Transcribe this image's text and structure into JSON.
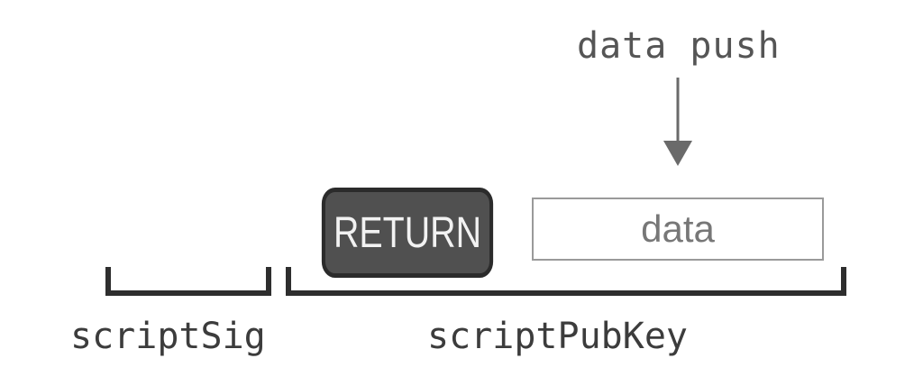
{
  "annotation": {
    "data_push_label": "data push"
  },
  "script": {
    "return_opcode": "RETURN",
    "data_label": "data"
  },
  "sections": {
    "scriptsig_label": "scriptSig",
    "scriptpubkey_label": "scriptPubKey"
  },
  "colors": {
    "return_fill": "#505050",
    "return_border": "#2b2b2b",
    "bracket": "#2e2e2e",
    "arrow": "#6a6a6a"
  }
}
